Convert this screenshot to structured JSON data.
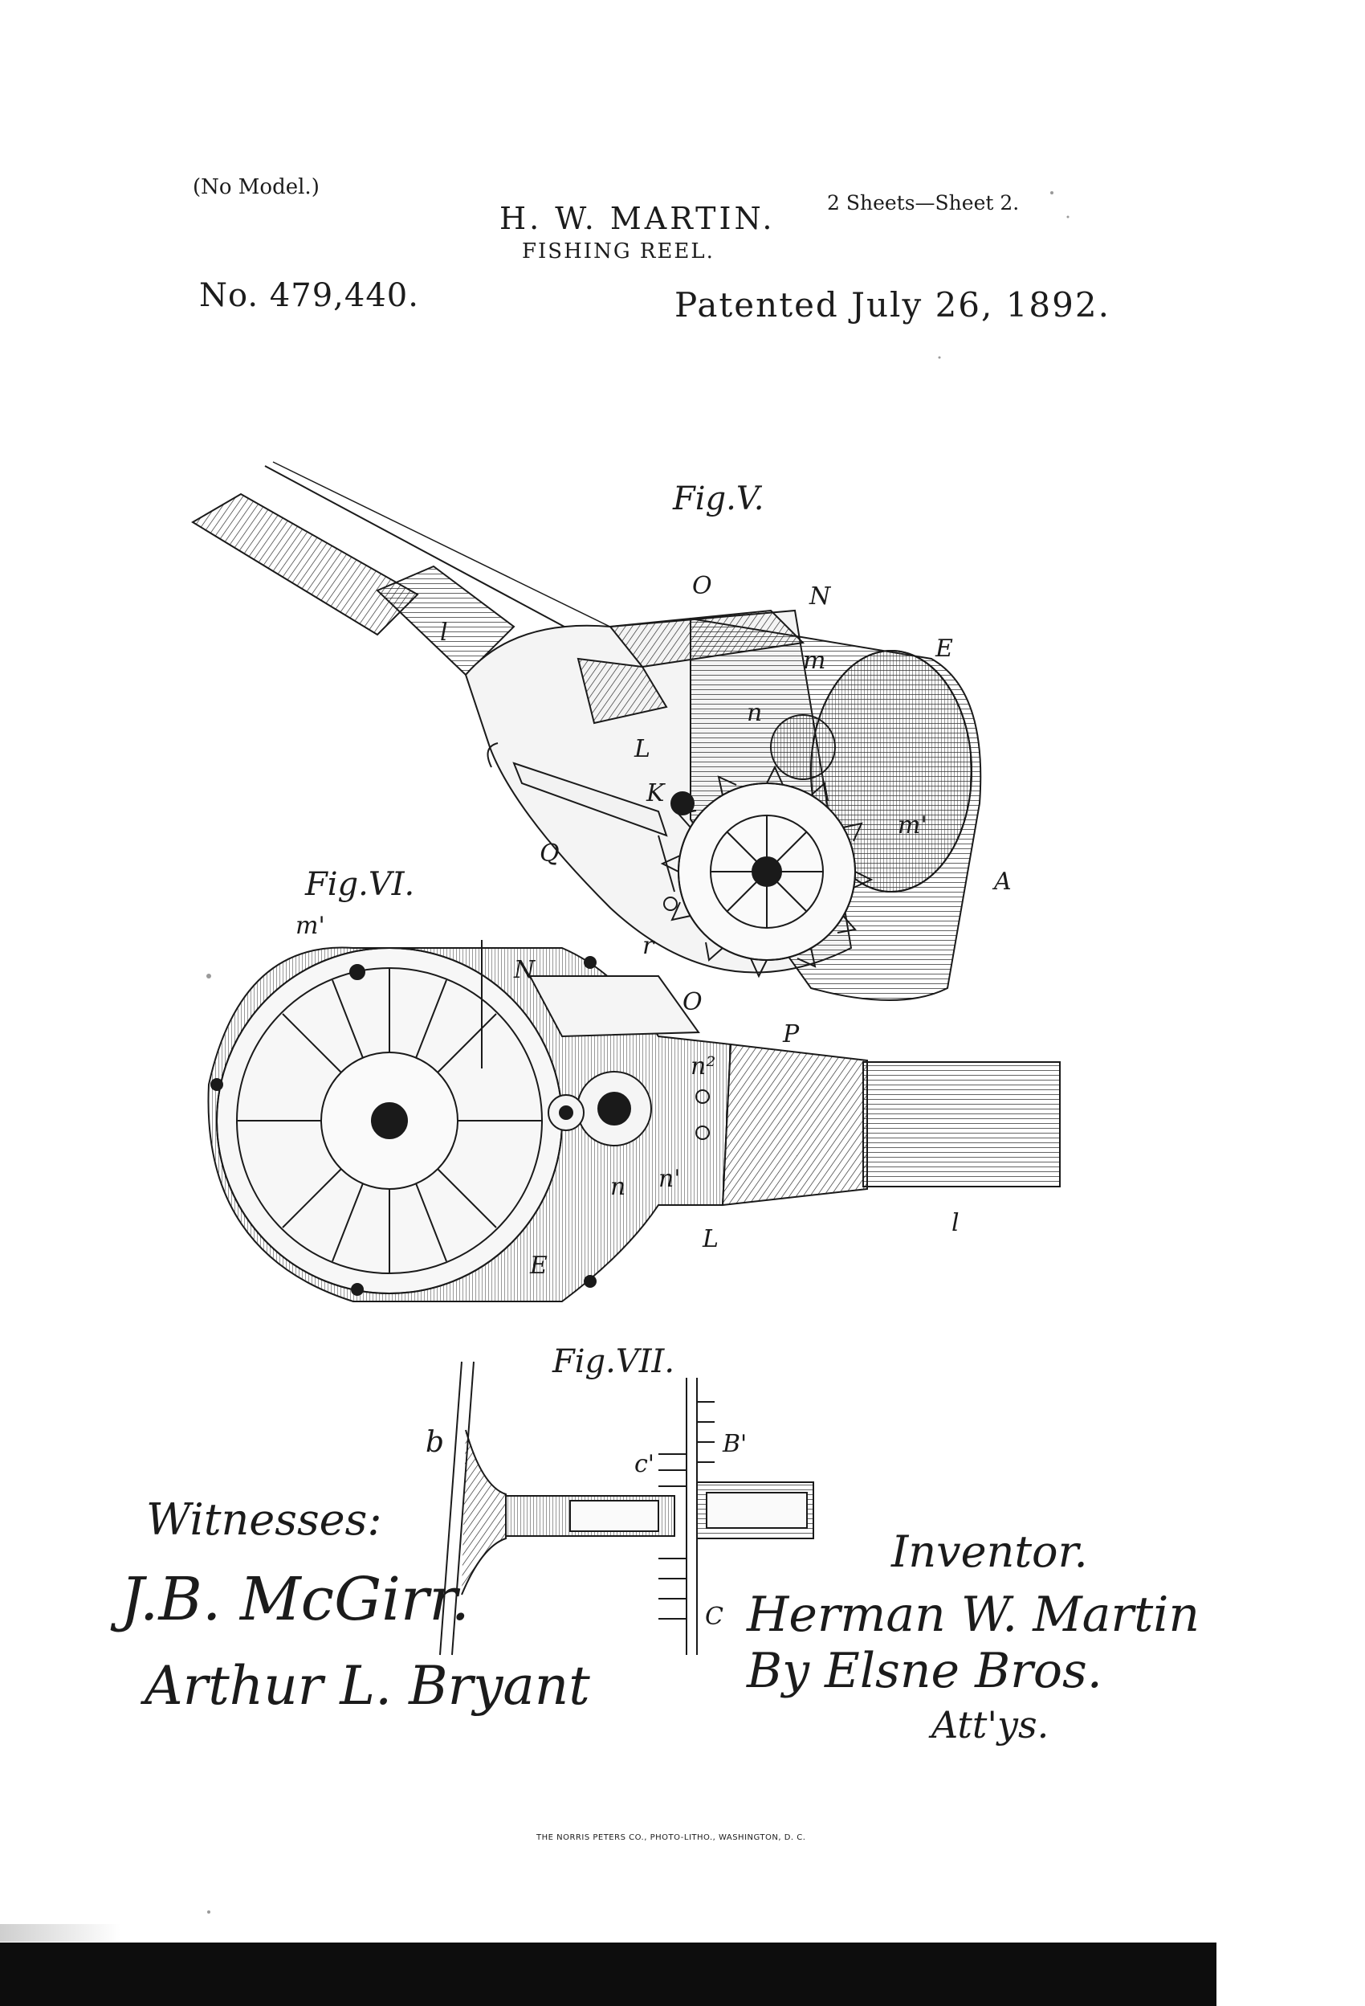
{
  "header": {
    "no_model": "(No Model.)",
    "sheets": "2 Sheets—Sheet 2.",
    "inventor_name": "H. W. MARTIN.",
    "invention_title": "FISHING REEL.",
    "patent_number": "No. 479,440.",
    "patent_date": "Patented July 26, 1892."
  },
  "figures": {
    "fig5": {
      "label": "Fig.V.",
      "refs": [
        "O",
        "N",
        "m",
        "E",
        "l",
        "L",
        "K",
        "n",
        "m'",
        "Q",
        "r",
        "A",
        "P"
      ]
    },
    "fig6": {
      "label": "Fig.VI.",
      "refs": [
        "m'",
        "N",
        "O",
        "n²",
        "n",
        "n'",
        "E",
        "L",
        "l"
      ]
    },
    "fig7": {
      "label": "Fig.VII.",
      "refs": [
        "b",
        "c'",
        "B'",
        "C"
      ]
    }
  },
  "signatures": {
    "witnesses_label": "Witnesses:",
    "witness_1": "J.B. McGirr.",
    "witness_2": "Arthur L. Bryant",
    "inventor_label": "Inventor.",
    "inventor_signature": "Herman W. Martin",
    "attorney_signature": "By Elsne Bros.",
    "attorney_abbrev": "Att'ys."
  },
  "footer": {
    "printer": "THE NORRIS PETERS CO., PHOTO-LITHO., WASHINGTON, D. C."
  }
}
